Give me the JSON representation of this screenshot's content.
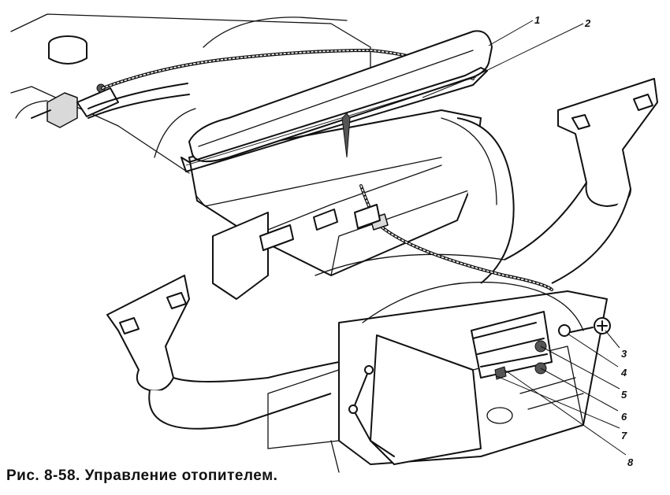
{
  "figure": {
    "caption": "Рис. 8-58. Управление отопителем.",
    "callouts": [
      "1",
      "2",
      "3",
      "4",
      "5",
      "6",
      "7",
      "8"
    ]
  }
}
